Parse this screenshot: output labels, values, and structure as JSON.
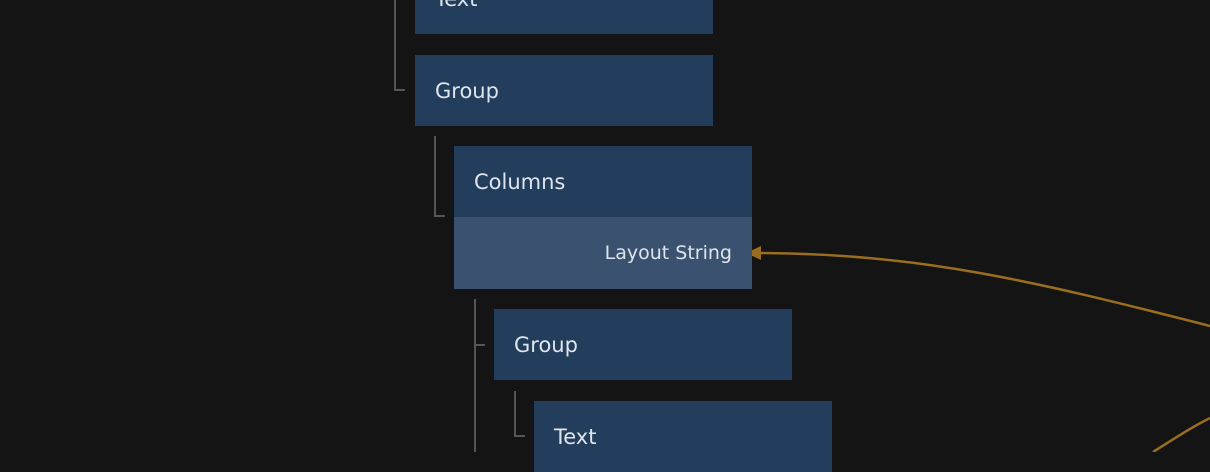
{
  "nodes": [
    {
      "title": "Text"
    },
    {
      "title": "Group"
    },
    {
      "title": "Columns",
      "property": "Layout String"
    },
    {
      "title": "Group"
    },
    {
      "title": "Text"
    }
  ],
  "colors": {
    "background": "#141414",
    "node": "#233d5c",
    "property_row": "#3a5270",
    "connection": "#9a6e1e",
    "tree_line": "#555555"
  }
}
